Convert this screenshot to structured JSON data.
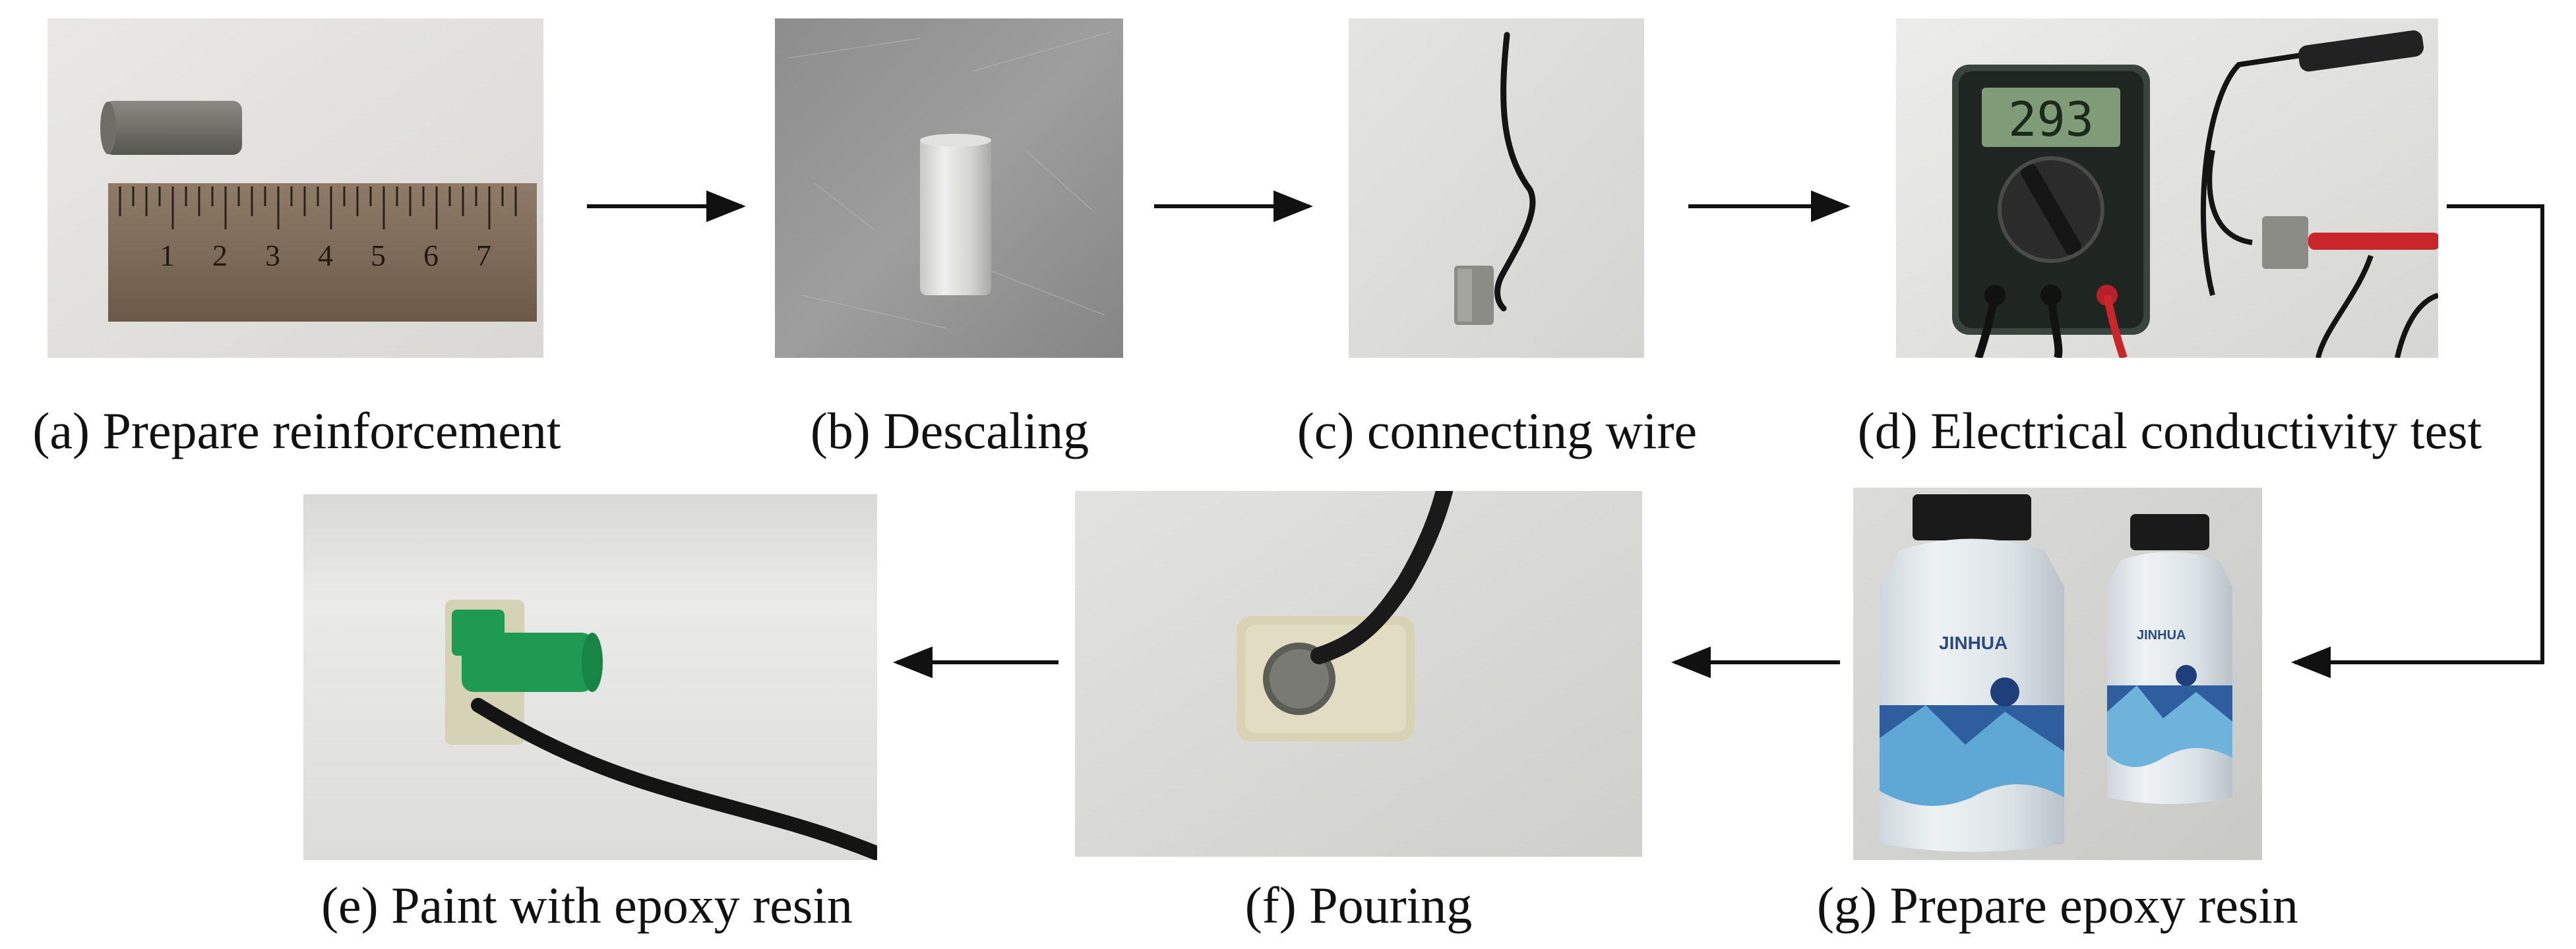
{
  "steps": [
    {
      "id": "a",
      "caption": "(a) Prepare reinforcement",
      "ruler_numbers": [
        "1",
        "2",
        "3",
        "4",
        "5",
        "6",
        "7"
      ]
    },
    {
      "id": "b",
      "caption": "(b) Descaling"
    },
    {
      "id": "c",
      "caption": "(c) connecting wire"
    },
    {
      "id": "d",
      "caption": "(d) Electrical conductivity test",
      "meter_reading": "293"
    },
    {
      "id": "g",
      "caption": "(g) Prepare epoxy resin",
      "bottle_brand": "JINHUA"
    },
    {
      "id": "f",
      "caption": "(f) Pouring"
    },
    {
      "id": "e",
      "caption": "(e) Paint with epoxy resin"
    }
  ],
  "colors": {
    "arrow": "#111111",
    "epoxy_green": "#1f9a52",
    "wire": "#141414",
    "probe_red": "#c8262b"
  }
}
